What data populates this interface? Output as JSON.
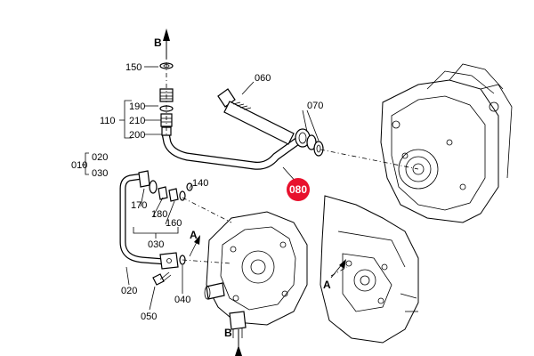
{
  "diagram": {
    "labels": {
      "p150": "150",
      "p190": "190",
      "p110": "110",
      "p210": "210",
      "p200": "200",
      "p060": "060",
      "p070": "070",
      "p010": "010",
      "p020a": "020",
      "p030a": "030",
      "p140": "140",
      "p170": "170",
      "p180": "180",
      "p160": "160",
      "p030b": "030",
      "p020b": "020",
      "p040": "040",
      "p050": "050",
      "p080": "080",
      "ref_b_top": "B",
      "ref_b_bottom": "B",
      "ref_a_left": "A",
      "ref_a_right": "A"
    },
    "highlight_color": "#e8112d"
  }
}
